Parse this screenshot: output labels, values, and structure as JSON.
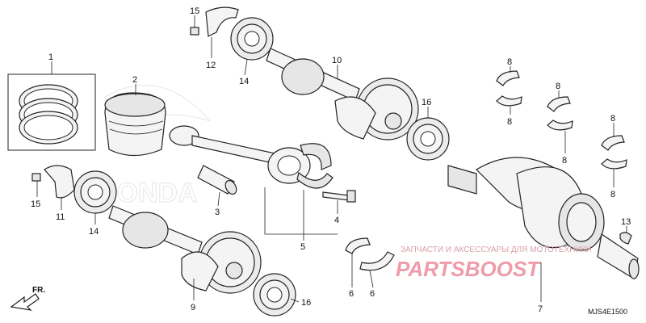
{
  "diagram": {
    "callouts": [
      {
        "id": "c1",
        "text": "1"
      },
      {
        "id": "c2",
        "text": "2"
      },
      {
        "id": "c3",
        "text": "3"
      },
      {
        "id": "c4",
        "text": "4"
      },
      {
        "id": "c5",
        "text": "5"
      },
      {
        "id": "c6a",
        "text": "6"
      },
      {
        "id": "c6b",
        "text": "6"
      },
      {
        "id": "c7",
        "text": "7"
      },
      {
        "id": "c8a",
        "text": "8"
      },
      {
        "id": "c8b",
        "text": "8"
      },
      {
        "id": "c8c",
        "text": "8"
      },
      {
        "id": "c8d",
        "text": "8"
      },
      {
        "id": "c8e",
        "text": "8"
      },
      {
        "id": "c8f",
        "text": "8"
      },
      {
        "id": "c9",
        "text": "9"
      },
      {
        "id": "c10",
        "text": "10"
      },
      {
        "id": "c11",
        "text": "11"
      },
      {
        "id": "c12",
        "text": "12"
      },
      {
        "id": "c13",
        "text": "13"
      },
      {
        "id": "c14a",
        "text": "14"
      },
      {
        "id": "c14b",
        "text": "14"
      },
      {
        "id": "c15a",
        "text": "15"
      },
      {
        "id": "c15b",
        "text": "15"
      },
      {
        "id": "c16a",
        "text": "16"
      },
      {
        "id": "c16b",
        "text": "16"
      }
    ],
    "diagram_code": "MJS4E1500",
    "direction_label": "FR.",
    "background_logo_text": "HONDA",
    "watermark_line1": "ЗАПЧАСТИ И АКСЕССУАРЫ ДЛЯ МОТОТЕХНИКИ",
    "watermark_line2": "PARTSBOOST",
    "colors": {
      "line": "#222222",
      "watermark": "#e24c64"
    }
  }
}
